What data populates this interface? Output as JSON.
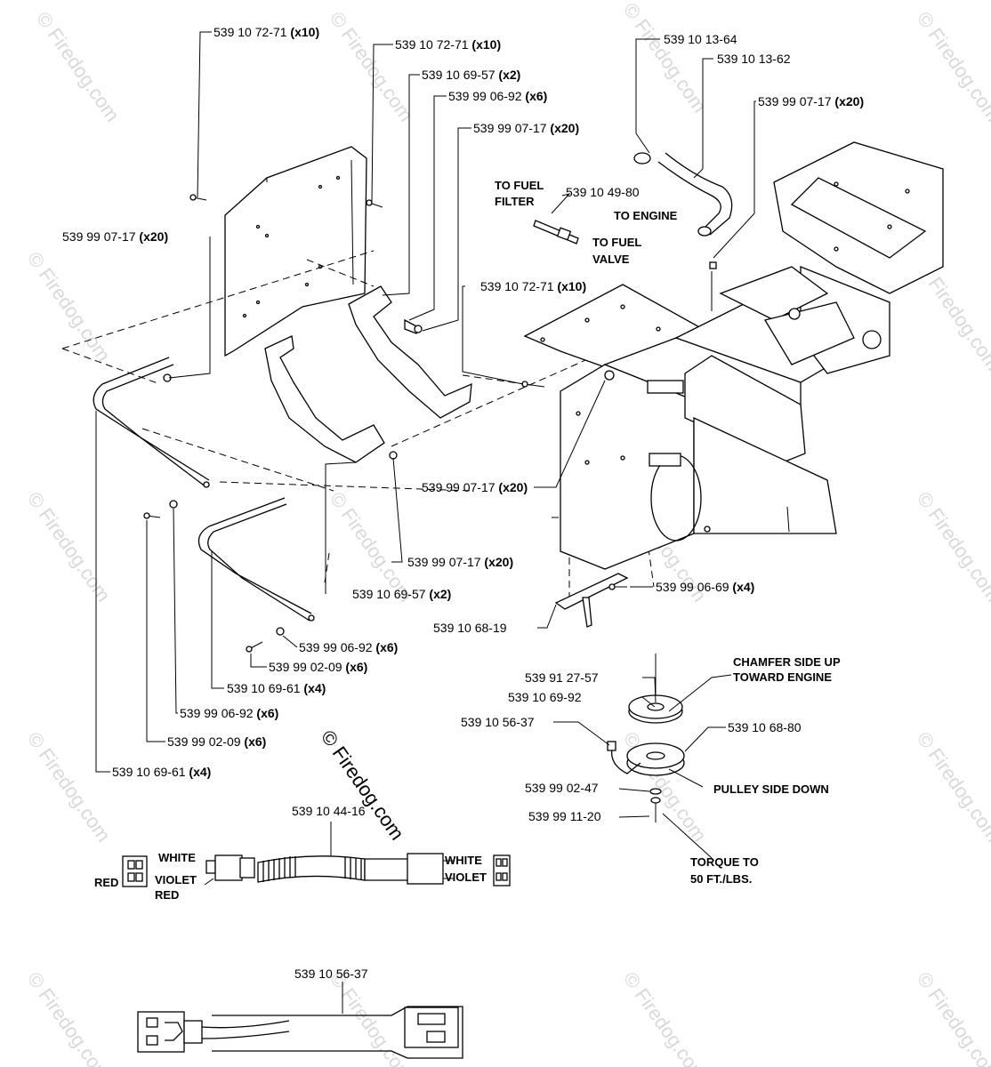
{
  "callouts": [
    {
      "part": "539 10 72-71",
      "qty": "(x10)"
    },
    {
      "part": "539 10 72-71",
      "qty": "(x10)"
    },
    {
      "part": "539 10 69-57",
      "qty": "(x2)"
    },
    {
      "part": "539 99 06-92",
      "qty": "(x6)"
    },
    {
      "part": "539 99 07-17",
      "qty": "(x20)"
    },
    {
      "part": "539 99 07-17",
      "qty": "(x20)"
    },
    {
      "part": "539 10 13-64",
      "qty": ""
    },
    {
      "part": "539 10 13-62",
      "qty": ""
    },
    {
      "part": "539 99 07-17",
      "qty": "(x20)"
    },
    {
      "part": "539 10 49-80",
      "qty": ""
    },
    {
      "part": "539 10 72-71",
      "qty": "(x10)"
    },
    {
      "part": "539 99 07-17",
      "qty": "(x20)"
    },
    {
      "part": "539 99 07-17",
      "qty": "(x20)"
    },
    {
      "part": "539 10 69-57",
      "qty": "(x2)"
    },
    {
      "part": "539 99 06-69",
      "qty": "(x4)"
    },
    {
      "part": "539 10 68-19",
      "qty": ""
    },
    {
      "part": "539 99 06-92",
      "qty": "(x6)"
    },
    {
      "part": "539 99 02-09",
      "qty": "(x6)"
    },
    {
      "part": "539 10 69-61",
      "qty": "(x4)"
    },
    {
      "part": "539 99 06-92",
      "qty": "(x6)"
    },
    {
      "part": "539 99 02-09",
      "qty": "(x6)"
    },
    {
      "part": "539 10 69-61",
      "qty": "(x4)"
    },
    {
      "part": "539 91 27-57",
      "qty": ""
    },
    {
      "part": "539 10 69-92",
      "qty": ""
    },
    {
      "part": "539 10 56-37",
      "qty": ""
    },
    {
      "part": "539 10 68-80",
      "qty": ""
    },
    {
      "part": "539 99 02-47",
      "qty": ""
    },
    {
      "part": "539 99 11-20",
      "qty": ""
    },
    {
      "part": "539 10 44-16",
      "qty": ""
    },
    {
      "part": "539 10 56-37",
      "qty": ""
    }
  ],
  "notes": {
    "to_fuel_filter_1": "TO FUEL",
    "to_fuel_filter_2": "FILTER",
    "to_engine": "TO ENGINE",
    "to_fuel_valve_1": "TO FUEL",
    "to_fuel_valve_2": "VALVE",
    "chamfer_1": "CHAMFER SIDE UP",
    "chamfer_2": "TOWARD ENGINE",
    "pulley_side": "PULLEY SIDE DOWN",
    "torque_1": "TORQUE TO",
    "torque_2": "50 FT./LBS."
  },
  "wires": {
    "white_left": "WHITE",
    "violet_left": "VIOLET",
    "red_left_1": "RED",
    "red_left_2": "RED",
    "white_right": "WHITE",
    "violet_right": "VIOLET"
  },
  "watermark": {
    "center": "© Firedog.com",
    "tile": "© Firedog.com"
  }
}
